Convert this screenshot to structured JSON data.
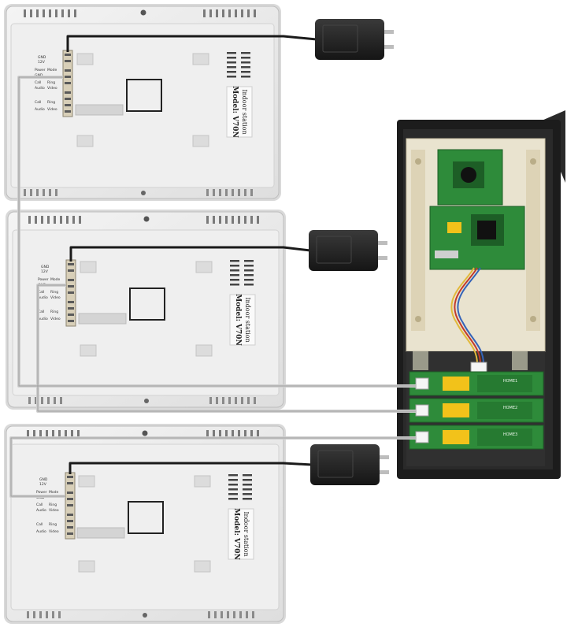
{
  "colors": {
    "background": "#ffffff",
    "monitor_body": "#ececec",
    "monitor_edge": "#b8b8b8",
    "adapter": "#2a2a2a",
    "power_cable": "#1a1a1a",
    "signal_cable": "#cfcfcf",
    "housing": "#1c1c1c",
    "inner_frame": "#e9e3cf",
    "pcb": "#2e8b3a",
    "relay": "#f2c21a",
    "connector": "#f5f5f5"
  },
  "indoor_stations": [
    {
      "sticker_title": "Indoor station",
      "model_text": "Model: V70N",
      "terminals": [
        "GND",
        "12V",
        "Power",
        "Mode",
        "GND",
        "Call",
        "Ring",
        "Audio",
        "Video",
        "Call",
        "Ring",
        "Audio",
        "Video"
      ]
    },
    {
      "sticker_title": "Indoor station",
      "model_text": "Model: V70N",
      "terminals": [
        "GND",
        "12V",
        "Power",
        "Mode",
        "GND",
        "Call",
        "Ring",
        "Audio",
        "Video",
        "Call",
        "Ring",
        "Audio",
        "Video"
      ]
    },
    {
      "sticker_title": "Indoor station",
      "model_text": "Model: V70N",
      "terminals": [
        "GND",
        "12V",
        "Power",
        "Mode",
        "GND",
        "Call",
        "Ring",
        "Audio",
        "Video",
        "Call",
        "Ring",
        "Audio",
        "Video"
      ]
    }
  ],
  "adapters": [
    {
      "icon": "power-adapter-icon"
    },
    {
      "icon": "power-adapter-icon"
    },
    {
      "icon": "power-adapter-icon"
    }
  ],
  "outdoor_unit": {
    "modules": [
      {
        "label": "HOME1"
      },
      {
        "label": "HOME2"
      },
      {
        "label": "HOME3"
      }
    ]
  }
}
